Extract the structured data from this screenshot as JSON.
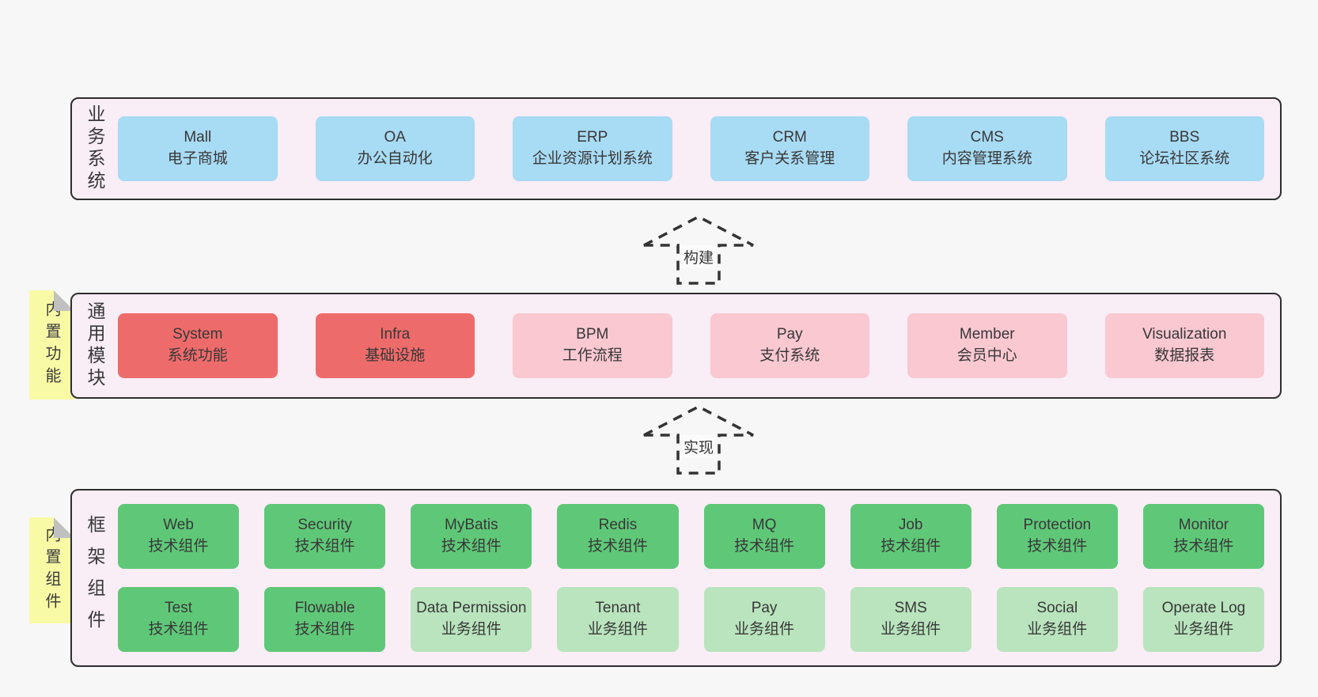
{
  "colors": {
    "page_bg": "#f7f7f7",
    "section_bg": "#f9edf6",
    "section_border": "#2e2e2e",
    "blue": "#a8dbf4",
    "red": "#ee6b6b",
    "pink": "#f9c8d1",
    "green": "#5fc878",
    "light_green": "#b9e4bd",
    "yellow_tab": "#f9faa5",
    "fold": "#c0c0c0",
    "text": "#383838"
  },
  "arrows": [
    {
      "label": "构建"
    },
    {
      "label": "实现"
    }
  ],
  "sections": [
    {
      "label": "业务系统",
      "tab": null,
      "rows": [
        [
          {
            "name": "Mall",
            "desc": "电子商城",
            "type": "blue"
          },
          {
            "name": "OA",
            "desc": "办公自动化",
            "type": "blue"
          },
          {
            "name": "ERP",
            "desc": "企业资源计划系统",
            "type": "blue"
          },
          {
            "name": "CRM",
            "desc": "客户关系管理",
            "type": "blue"
          },
          {
            "name": "CMS",
            "desc": "内容管理系统",
            "type": "blue"
          },
          {
            "name": "BBS",
            "desc": "论坛社区系统",
            "type": "blue"
          }
        ]
      ]
    },
    {
      "label": "通用模块",
      "tab": "内置功能",
      "rows": [
        [
          {
            "name": "System",
            "desc": "系统功能",
            "type": "red"
          },
          {
            "name": "Infra",
            "desc": "基础设施",
            "type": "red"
          },
          {
            "name": "BPM",
            "desc": "工作流程",
            "type": "pink"
          },
          {
            "name": "Pay",
            "desc": "支付系统",
            "type": "pink"
          },
          {
            "name": "Member",
            "desc": "会员中心",
            "type": "pink"
          },
          {
            "name": "Visualization",
            "desc": "数据报表",
            "type": "pink"
          }
        ]
      ]
    },
    {
      "label": "框架组件",
      "tab": "内置组件",
      "rows": [
        [
          {
            "name": "Web",
            "desc": "技术组件",
            "type": "green"
          },
          {
            "name": "Security",
            "desc": "技术组件",
            "type": "green"
          },
          {
            "name": "MyBatis",
            "desc": "技术组件",
            "type": "green"
          },
          {
            "name": "Redis",
            "desc": "技术组件",
            "type": "green"
          },
          {
            "name": "MQ",
            "desc": "技术组件",
            "type": "green"
          },
          {
            "name": "Job",
            "desc": "技术组件",
            "type": "green"
          },
          {
            "name": "Protection",
            "desc": "技术组件",
            "type": "green"
          },
          {
            "name": "Monitor",
            "desc": "技术组件",
            "type": "green"
          }
        ],
        [
          {
            "name": "Test",
            "desc": "技术组件",
            "type": "green"
          },
          {
            "name": "Flowable",
            "desc": "技术组件",
            "type": "green"
          },
          {
            "name": "Data Permission",
            "desc": "业务组件",
            "type": "light_green"
          },
          {
            "name": "Tenant",
            "desc": "业务组件",
            "type": "light_green"
          },
          {
            "name": "Pay",
            "desc": "业务组件",
            "type": "light_green"
          },
          {
            "name": "SMS",
            "desc": "业务组件",
            "type": "light_green"
          },
          {
            "name": "Social",
            "desc": "业务组件",
            "type": "light_green"
          },
          {
            "name": "Operate Log",
            "desc": "业务组件",
            "type": "light_green"
          }
        ]
      ]
    }
  ]
}
